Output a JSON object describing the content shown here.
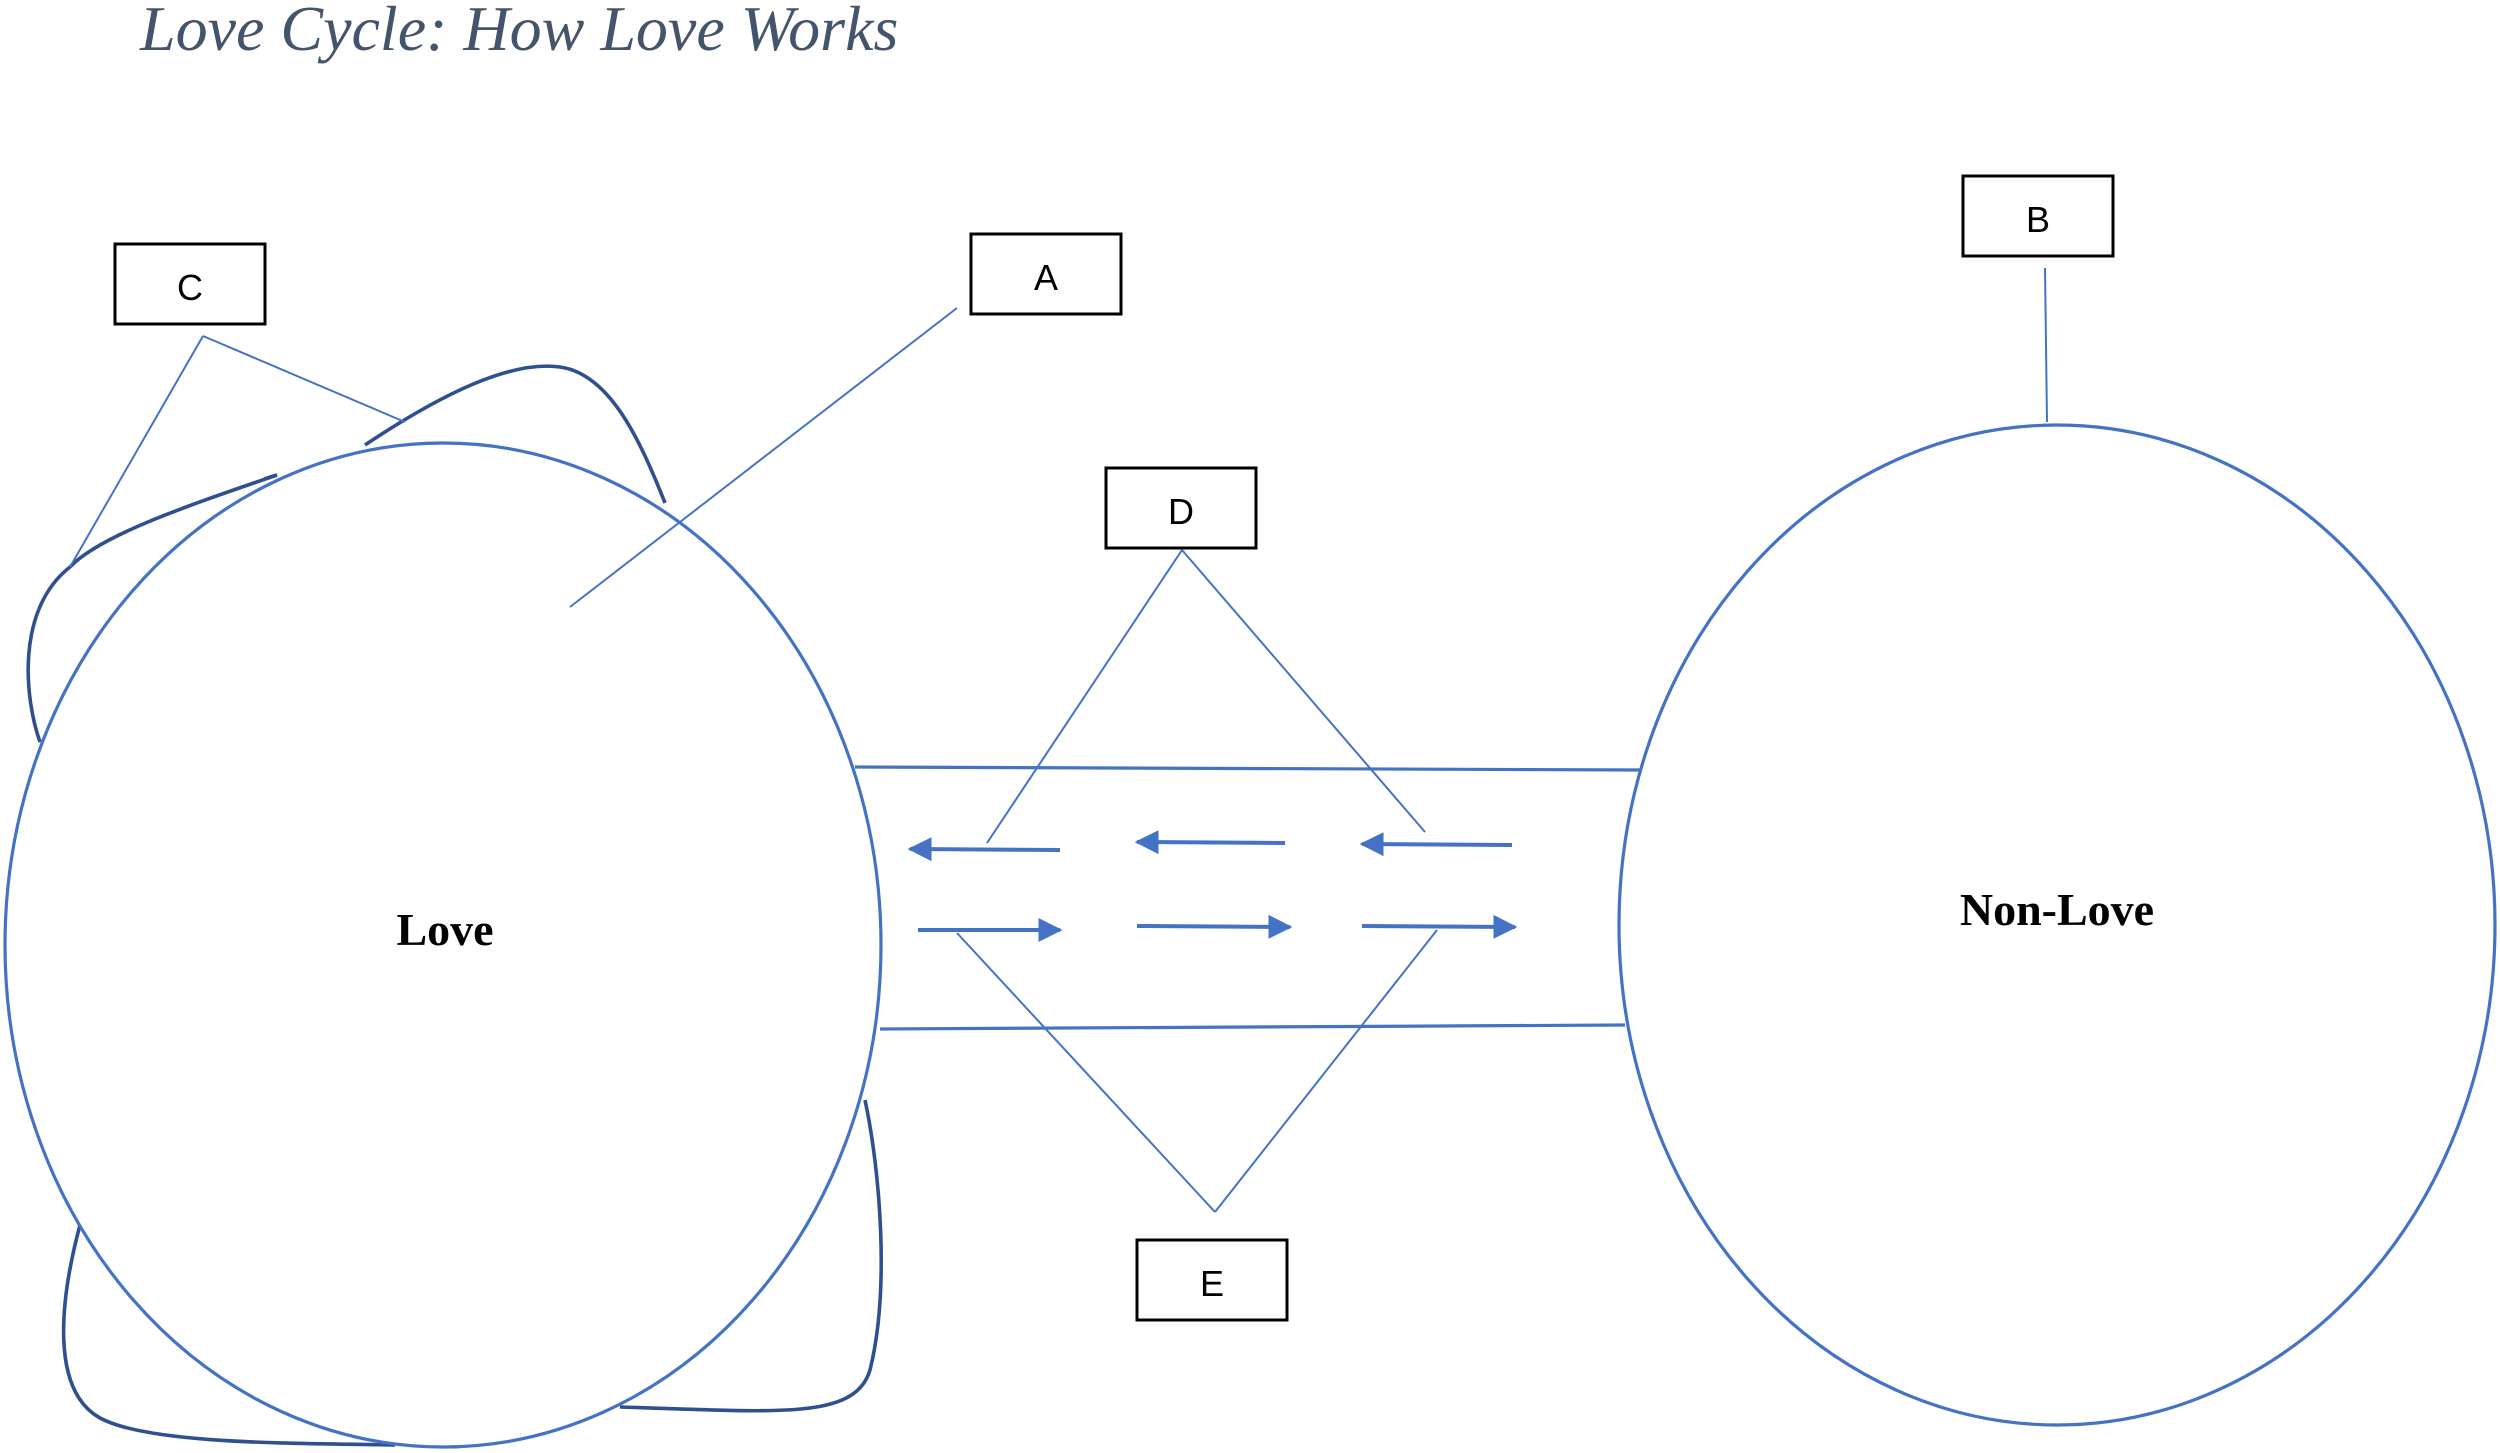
{
  "title": "Love Cycle: How Love Works",
  "circles": {
    "love": "Love",
    "non_love": "Non-Love"
  },
  "boxes": {
    "a": "A",
    "b": "B",
    "c": "C",
    "d": "D",
    "e": "E"
  },
  "colors": {
    "outline": "#4472c4",
    "loops": "#2f4f8f",
    "title": "#44546a"
  }
}
